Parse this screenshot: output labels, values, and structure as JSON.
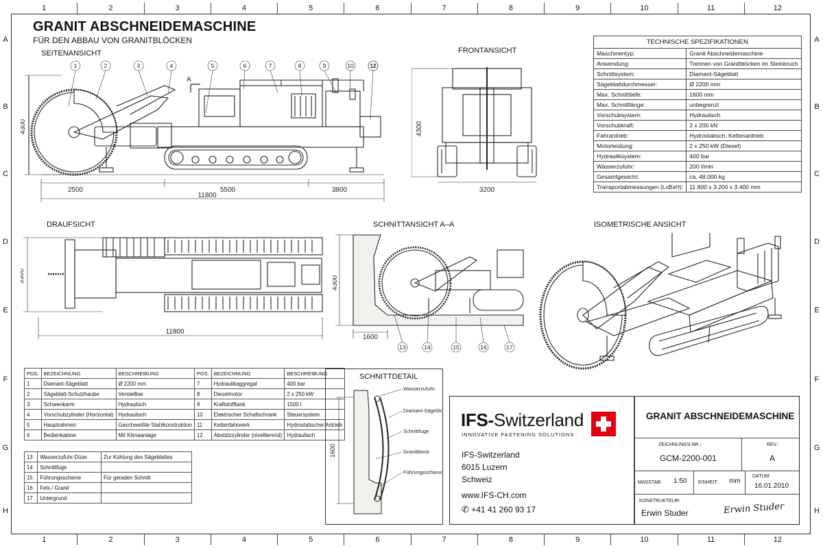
{
  "header": {
    "title": "GRANIT ABSCHNEIDEMASCHINE",
    "subtitle": "FÜR DEN ABBAU VON GRANITBLÖCKEN"
  },
  "grid": {
    "cols": [
      "1",
      "2",
      "3",
      "4",
      "5",
      "6",
      "7",
      "8",
      "9",
      "10",
      "11",
      "12"
    ],
    "rows": [
      "A",
      "B",
      "C",
      "D",
      "E",
      "F",
      "G",
      "H"
    ]
  },
  "views": {
    "side": "SEITENANSICHT",
    "front": "FRONTANSICHT",
    "top": "DRAUFSICHT",
    "section": "SCHNITTANSICHT A–A",
    "iso": "ISOMETRISCHE ANSICHT",
    "detail": "SCHNITTDETAIL",
    "section_marker": "A"
  },
  "dimensions": {
    "side_height": "4300",
    "side_front": "2500",
    "side_track": "5500",
    "side_rear": "3800",
    "side_total": "11800",
    "front_height": "4300",
    "front_width": "3200",
    "top_width": "3300",
    "top_total": "11800",
    "section_height": "4300",
    "section_depth": "1600",
    "detail_height": "1600"
  },
  "callouts_side": [
    "1",
    "2",
    "3",
    "4",
    "5",
    "6",
    "7",
    "8",
    "9",
    "10",
    "11",
    "12"
  ],
  "callouts_section": [
    "13",
    "14",
    "15",
    "16",
    "17"
  ],
  "specs": {
    "heading": "TECHNISCHE SPEZIFIKATIONEN",
    "rows": [
      [
        "Maschinentyp:",
        "Granit Abschneidemaschine"
      ],
      [
        "Anwendung:",
        "Trennen von Granitblöcken im Steinbruch"
      ],
      [
        "Schnittsystem:",
        "Diamant-Sägeblatt"
      ],
      [
        "Sägeblattdurchmesser:",
        "Ø 2200 mm"
      ],
      [
        "Max. Schnitttiefe:",
        "1600 mm"
      ],
      [
        "Max. Schnittlänge:",
        "unbegrenzt"
      ],
      [
        "Vorschubsystem:",
        "Hydraulisch"
      ],
      [
        "Vorschubkraft:",
        "2 x 200 kN"
      ],
      [
        "Fahrantrieb:",
        "Hydrostatisch, Kettenantrieb"
      ],
      [
        "Motorleistung:",
        "2 x 250 kW (Diesel)"
      ],
      [
        "Hydrauliksystem:",
        "400 bar"
      ],
      [
        "Wasserzufuhr:",
        "200 l/min"
      ],
      [
        "Gesamtgewicht:",
        "ca. 48.000 kg"
      ],
      [
        "Transportabmessungen (LxBxH):",
        "11.800 x 3.200 x 3.400 mm"
      ]
    ]
  },
  "parts": {
    "headers": [
      "POS.",
      "BEZEICHNUNG",
      "BESCHREIBUNG",
      "POS.",
      "BEZEICHNUNG",
      "BESCHREIBUNG"
    ],
    "rows": [
      [
        "1",
        "Diamant-Sägeblatt",
        "Ø 2200 mm",
        "7",
        "Hydraulikaggregat",
        "400 bar"
      ],
      [
        "2",
        "Sägeblatt-Schutzhaube",
        "Verstellbar",
        "8",
        "Dieselmotor",
        "2 x 250 kW"
      ],
      [
        "3",
        "Schwenkarm",
        "Hydraulisch",
        "9",
        "Kraftstofftank",
        "1500 l"
      ],
      [
        "4",
        "Vorschubzylinder (Horizontal)",
        "Hydraulisch",
        "10",
        "Elektrischer Schaltschrank",
        "Steuersystem"
      ],
      [
        "5",
        "Hauptrahmen",
        "Geschweißte Stahlkonstruktion",
        "11",
        "Kettenfahrwerk",
        "Hydrostatischer Antrieb"
      ],
      [
        "6",
        "Bedienkabine",
        "Mit Klimaanlage",
        "12",
        "Abstützzylinder (nivellierend)",
        "Hydraulisch"
      ]
    ],
    "rows2": [
      [
        "13",
        "Wasserzufuhr-Düse",
        "Zur Kühlung des Sägeblattes"
      ],
      [
        "14",
        "Schnittfuge",
        ""
      ],
      [
        "15",
        "Führungsschiene",
        "Für geraden Schnitt"
      ],
      [
        "16",
        "Fels / Granit",
        ""
      ],
      [
        "17",
        "Untergrund",
        ""
      ]
    ]
  },
  "detail_labels": [
    "Wasserzufuhr",
    "Diamant-Sägeblatt",
    "Schnittfuge",
    "Granitblock",
    "Führungsschiene"
  ],
  "titleblock": {
    "brand_a": "IFS-",
    "brand_b": "Switzerland",
    "tagline": "INNOVATIVE FASTENING SOLUTIONS",
    "addr1": "IFS-Switzerland",
    "addr2": "6015 Luzern",
    "addr3": "Schweiz",
    "web": "www.IFS-CH.com",
    "phone": "+41 41 260 93 17",
    "drawing_title": "GRANIT ABSCHNEIDEMASCHINE",
    "nr_label": "ZEICHNUNGS-NR.:",
    "nr": "GCM-2200-001",
    "rev_label": "REV.:",
    "rev": "A",
    "scale_label": "MASSTAB:",
    "scale": "1:50",
    "unit_label": "EINHEIT:",
    "unit": "mm",
    "date_label": "DATUM:",
    "date": "16.01.2010",
    "designer_label": "KONSTRUKTEUR:",
    "designer": "Erwin Studer",
    "signature": "Erwin Studer"
  },
  "colors": {
    "accent": "#e3000f",
    "ink": "#111111"
  }
}
